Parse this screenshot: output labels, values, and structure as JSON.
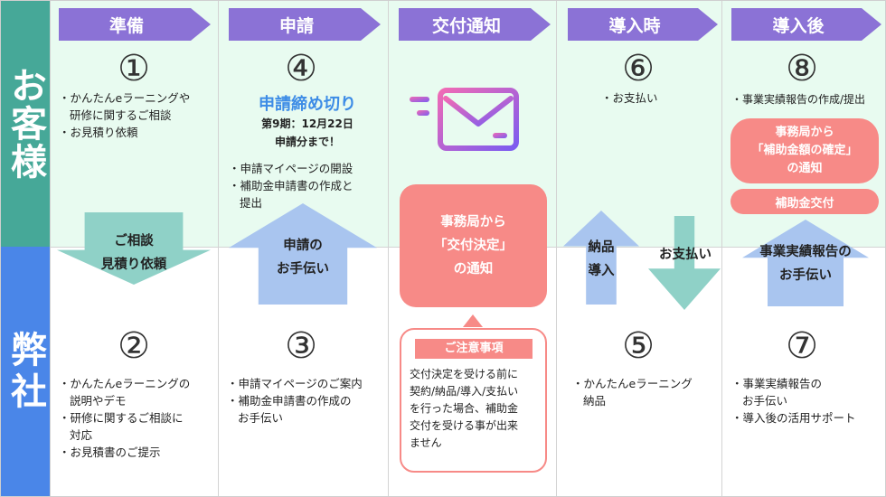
{
  "rows": {
    "customer": "お客様",
    "us": "弊社"
  },
  "phases": [
    "準備",
    "申請",
    "交付通知",
    "導入時",
    "導入後"
  ],
  "numbers": [
    "①",
    "②",
    "③",
    "④",
    "⑤",
    "⑥",
    "⑦",
    "⑧"
  ],
  "step1": [
    "・かんたんeラーニングや",
    "研修に関するご相談",
    "・お見積り依頼"
  ],
  "step2": [
    "・かんたんeラーニングの",
    "説明やデモ",
    "・研修に関するご相談に",
    "対応",
    "・お見積書のご提示"
  ],
  "step3": [
    "・申請マイページのご案内",
    "・補助金申請書の作成の",
    "お手伝い"
  ],
  "step4": {
    "deadline_title": "申請締め切り",
    "deadline_sub1": "第9期：12月22日",
    "deadline_sub2": "申請分まで！",
    "items": [
      "・申請マイページの開設",
      "・補助金申請書の作成と",
      "提出"
    ]
  },
  "step5": [
    "・かんたんeラーニング",
    "納品"
  ],
  "step6": [
    "・お支払い"
  ],
  "step7": [
    "・事業実績報告の",
    "お手伝い",
    "・導入後の活用サポート"
  ],
  "step8": {
    "items": [
      "・事業実績報告の作成/提出"
    ],
    "notice": [
      "事務局から",
      "「補助金額の確定」",
      "の通知"
    ],
    "grant": "補助金交付"
  },
  "arrows": {
    "consult": [
      "ご相談",
      "見積り依頼"
    ],
    "apply_help": [
      "申請の",
      "お手伝い"
    ],
    "delivery": [
      "納品",
      "導入"
    ],
    "payment": "お支払い",
    "report_help": [
      "事業実績報告の",
      "お手伝い"
    ]
  },
  "notify": [
    "事務局から",
    "「交付決定」",
    "の通知"
  ],
  "caution": {
    "title": "ご注意事項",
    "lines": [
      "交付決定を受ける前に",
      "契約/納品/導入/支払い",
      "を行った場合、補助金",
      "交付を受ける事が出来",
      "ません"
    ]
  },
  "colors": {
    "phase": "#8b72d6",
    "customer_row": "#46a898",
    "us_row": "#4a86e8",
    "down_arrow": "#8fd1c7",
    "up_arrow": "#a9c5ef",
    "pink": "#f78a87",
    "envelope_start": "#f06ab5",
    "envelope_end": "#7b5cf0"
  }
}
